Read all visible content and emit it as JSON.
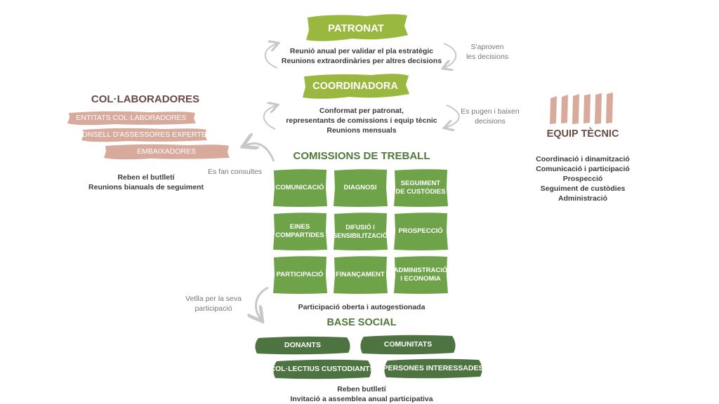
{
  "patronat": {
    "title": "PATRONAT",
    "line1": "Reunió anual per validar el pla estratègic",
    "line2": "Reunions extraordinàries per altres decisions"
  },
  "coordinadora": {
    "title": "COORDINADORA",
    "line1": "Conformat per patronat,",
    "line2": "representants de comissions i equip tècnic",
    "line3": "Reunions mensuals"
  },
  "notes": {
    "aproven_1": "S'aproven",
    "aproven_2": "les decisions",
    "pugen_1": "Es pugen i baixen",
    "pugen_2": "decisions",
    "consultes": "Es fan consultes",
    "vetlla_1": "Vetlla per la seva",
    "vetlla_2": "participació"
  },
  "collaboradores": {
    "title": "COL·LABORADORES",
    "items": [
      "ENTITATS COL·LABORADORES",
      "CONSELL D'ASSESSORES EXPERTES",
      "EMBAIXADORES"
    ],
    "line1": "Reben el butlletí",
    "line2": "Reunions bianuals de seguiment"
  },
  "comissions": {
    "title": "COMISSIONS DE TREBALL",
    "cells": [
      [
        "COMUNICACIÓ"
      ],
      [
        "DIAGNOSI"
      ],
      [
        "SEGUIMENT",
        "DE CUSTÒDIES"
      ],
      [
        "EINES",
        "COMPARTIDES"
      ],
      [
        "DIFUSIÓ I",
        "SENSIBILITZACIÓ"
      ],
      [
        "PROSPECCIÓ"
      ],
      [
        "PARTICIPACIÓ"
      ],
      [
        "FINANÇAMENT"
      ],
      [
        "ADMINISTRACIÓ",
        "I ECONOMIA"
      ]
    ],
    "caption": "Participació oberta i autogestionada"
  },
  "equip": {
    "title": "EQUIP TÈCNIC",
    "items": [
      "Coordinació i dinamització",
      "Comunicació i participació",
      "Prospecció",
      "Seguiment de custòdies",
      "Administració"
    ]
  },
  "base": {
    "title": "BASE SOCIAL",
    "items": [
      "DONANTS",
      "COMUNITATS",
      "COL·LECTIUS CUSTODIANTS",
      "PERSONES INTERESSADES"
    ],
    "line1": "Reben butlletí",
    "line2": "Invitació a assemblea anual participativa"
  },
  "colors": {
    "light_green": "#9ab83f",
    "mid_green": "#6fa34a",
    "dark_green": "#4d7440",
    "pink": "#d8aa9c",
    "brown_title": "#6a4a44",
    "arrow": "#c8c8c8"
  }
}
